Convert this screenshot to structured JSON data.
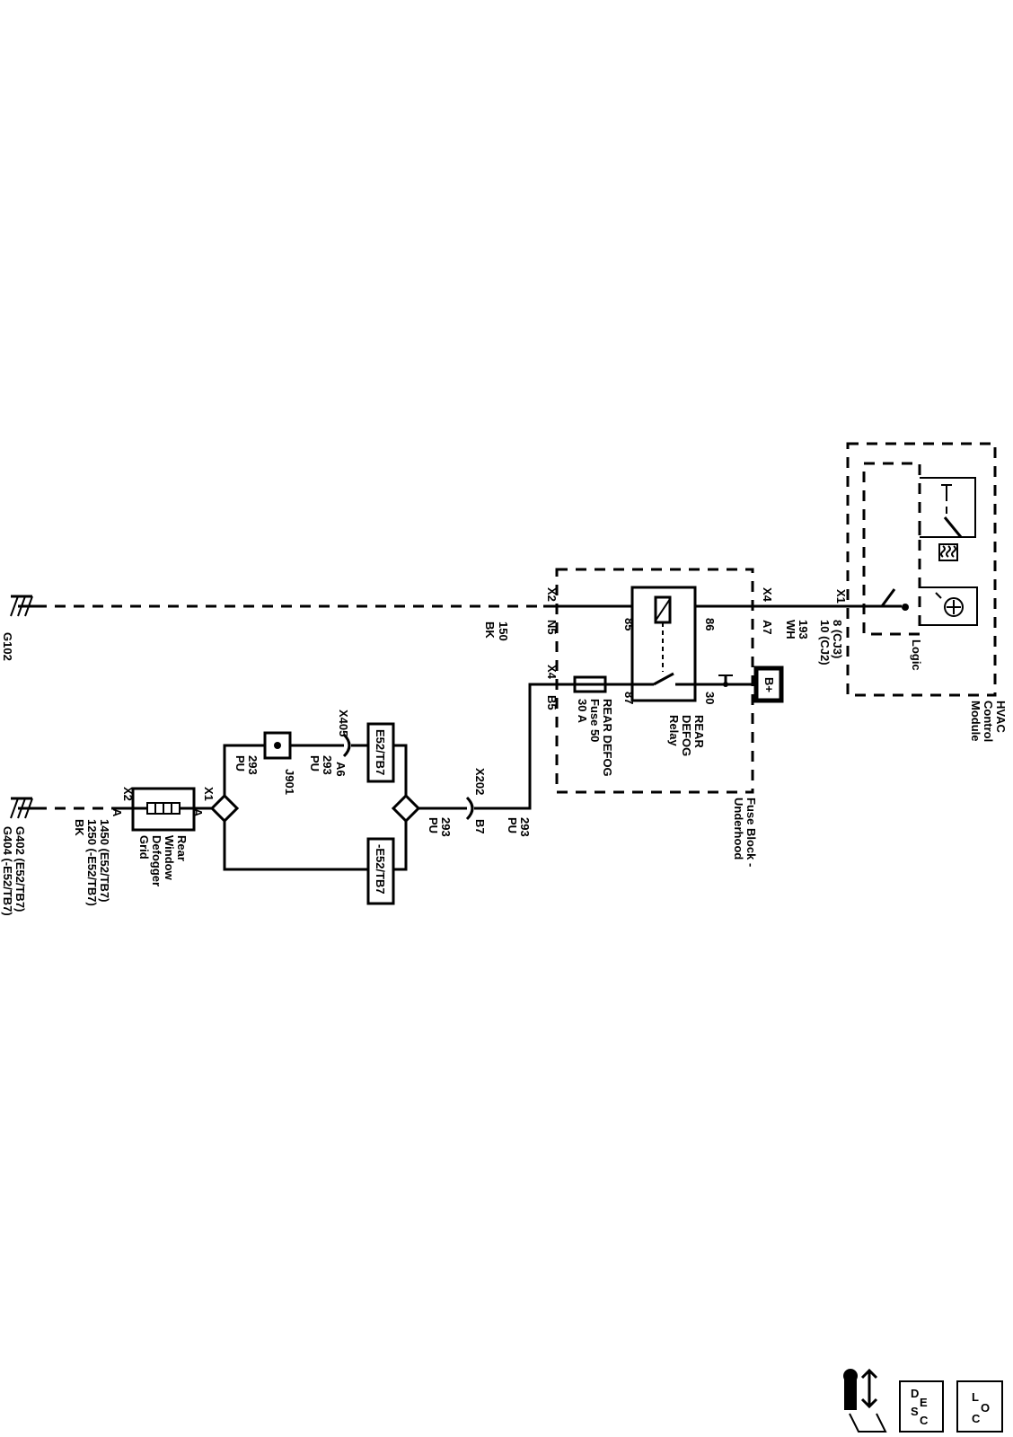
{
  "grounds": {
    "g102": "G102",
    "g402": "G402 (E52/TB7)",
    "g404": "G404 (-E52/TB7)"
  },
  "wires": {
    "w150_circuit": "150",
    "w150_color": "BK",
    "w1450": "1450 (E52/TB7)",
    "w1250": "1250 (-E52/TB7)",
    "w_gnd_color": "BK",
    "w293_a": "293",
    "w293_a_color": "PU",
    "w293_b": "293",
    "w293_b_color": "PU",
    "w293_c": "293",
    "w293_c_color": "PU",
    "w293_d": "293",
    "w293_d_color": "PU",
    "w193": "193",
    "w193_color": "WH"
  },
  "grid": {
    "name_1": "Rear",
    "name_2": "Window",
    "name_3": "Defogger",
    "name_4": "Grid",
    "x2": "X2",
    "x1": "X1",
    "pin_a1": "A",
    "pin_a2": "A"
  },
  "splice": {
    "label": "J901"
  },
  "options": {
    "e52": "E52/TB7",
    "not_e52": "-E52/TB7"
  },
  "connectors": {
    "x405": "X405",
    "a6": "A6",
    "x202": "X202",
    "b7": "B7"
  },
  "fuse_block": {
    "x2": "X2",
    "n5": "N5",
    "x4_top": "X4",
    "a7": "A7",
    "x4_bottom": "X4",
    "b5": "B5",
    "name_1": "Fuse Block -",
    "name_2": "Underhood",
    "fuse_1": "REAR DEFOG",
    "fuse_2": "Fuse 50",
    "fuse_3": "30 A",
    "relay_1": "REAR",
    "relay_2": "DEFOG",
    "relay_3": "Relay",
    "pin85": "85",
    "pin86": "86",
    "pin87": "87",
    "pin30": "30",
    "bplus": "B+"
  },
  "hvac": {
    "x1": "X1",
    "pin_1": "8 (CJ3)",
    "pin_2": "10 (CJ2)",
    "logic": "Logic",
    "name_1": "HVAC",
    "name_2": "Control",
    "name_3": "Module"
  },
  "nav": {
    "desc": [
      "D",
      "E",
      "S",
      "C"
    ],
    "loc": [
      "L",
      "O",
      "C"
    ]
  }
}
